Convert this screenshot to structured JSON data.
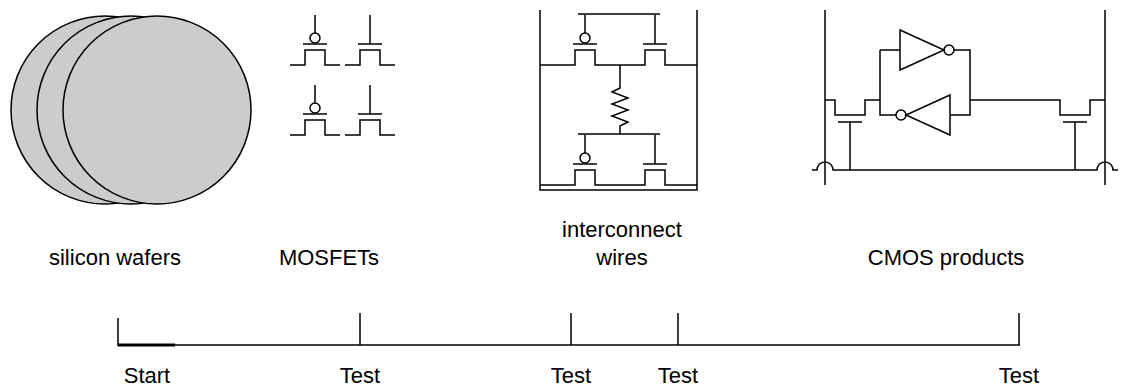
{
  "diagram": {
    "labels": [
      "silicon wafers",
      "MOSFETs",
      "interconnect wires",
      "CMOS products",
      "Start",
      "Test",
      "Test",
      "Test",
      "Test"
    ]
  }
}
